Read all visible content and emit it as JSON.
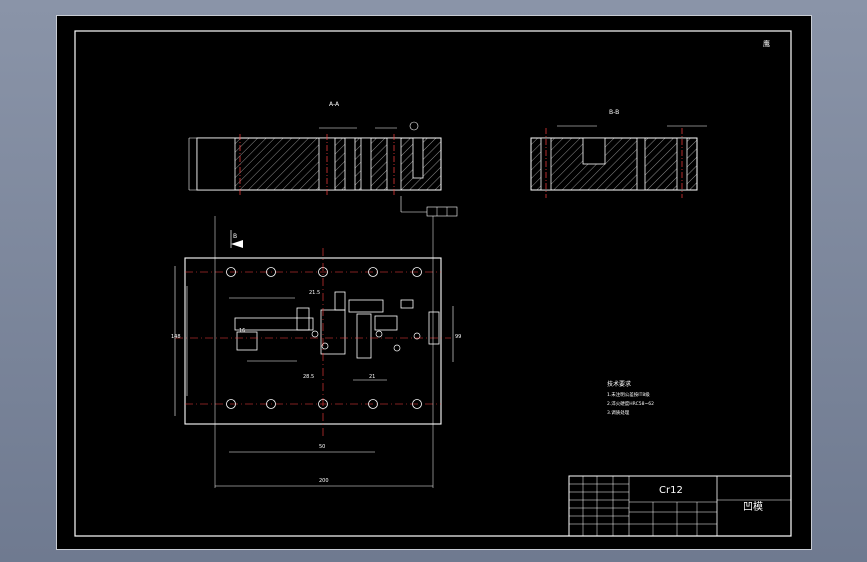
{
  "drawing": {
    "corner_stamp": "鹰",
    "section_aa_label": "A-A",
    "section_bb_label": "B-B",
    "view_arrow_label": "B",
    "material": "Cr12",
    "part_name": "凹模",
    "tech_requirements": {
      "title": "技术要求",
      "items": [
        "1.未注明公差按IT8级",
        "2.淬火硬度HRC58~62",
        "3.调质处理"
      ]
    },
    "dims": [
      "21.5",
      "16",
      "148",
      "200",
      "99",
      "28.5",
      "21",
      "50"
    ]
  },
  "colors": {
    "outline": "#ffffff",
    "hatch": "#cfcfcf",
    "center": "#ff4040",
    "dim": "#ffffff"
  }
}
